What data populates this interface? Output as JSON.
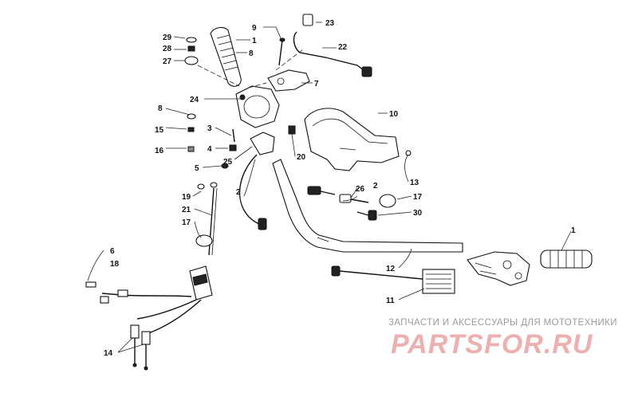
{
  "callouts": [
    {
      "id": "c1a",
      "text": "1"
    },
    {
      "id": "c1b",
      "text": "1"
    },
    {
      "id": "c2a",
      "text": "2"
    },
    {
      "id": "c2b",
      "text": "2"
    },
    {
      "id": "c3",
      "text": "3"
    },
    {
      "id": "c4",
      "text": "4"
    },
    {
      "id": "c5",
      "text": "5"
    },
    {
      "id": "c6",
      "text": "6"
    },
    {
      "id": "c7",
      "text": "7"
    },
    {
      "id": "c8a",
      "text": "8"
    },
    {
      "id": "c8b",
      "text": "8"
    },
    {
      "id": "c9",
      "text": "9"
    },
    {
      "id": "c10",
      "text": "10"
    },
    {
      "id": "c11",
      "text": "11"
    },
    {
      "id": "c12",
      "text": "12"
    },
    {
      "id": "c13",
      "text": "13"
    },
    {
      "id": "c14",
      "text": "14"
    },
    {
      "id": "c15",
      "text": "15"
    },
    {
      "id": "c16",
      "text": "16"
    },
    {
      "id": "c17a",
      "text": "17"
    },
    {
      "id": "c17b",
      "text": "17"
    },
    {
      "id": "c18",
      "text": "18"
    },
    {
      "id": "c19",
      "text": "19"
    },
    {
      "id": "c20",
      "text": "20"
    },
    {
      "id": "c21",
      "text": "21"
    },
    {
      "id": "c22",
      "text": "22"
    },
    {
      "id": "c23",
      "text": "23"
    },
    {
      "id": "c24",
      "text": "24"
    },
    {
      "id": "c25",
      "text": "25"
    },
    {
      "id": "c26",
      "text": "26"
    },
    {
      "id": "c27",
      "text": "27"
    },
    {
      "id": "c28",
      "text": "28"
    },
    {
      "id": "c29",
      "text": "29"
    },
    {
      "id": "c30",
      "text": "30"
    }
  ],
  "watermark": {
    "tagline": "ЗАПЧАСТИ И АКСЕССУАРЫ ДЛЯ МОТОТЕХНИКИ",
    "logo": "PARTSFOR.RU"
  }
}
